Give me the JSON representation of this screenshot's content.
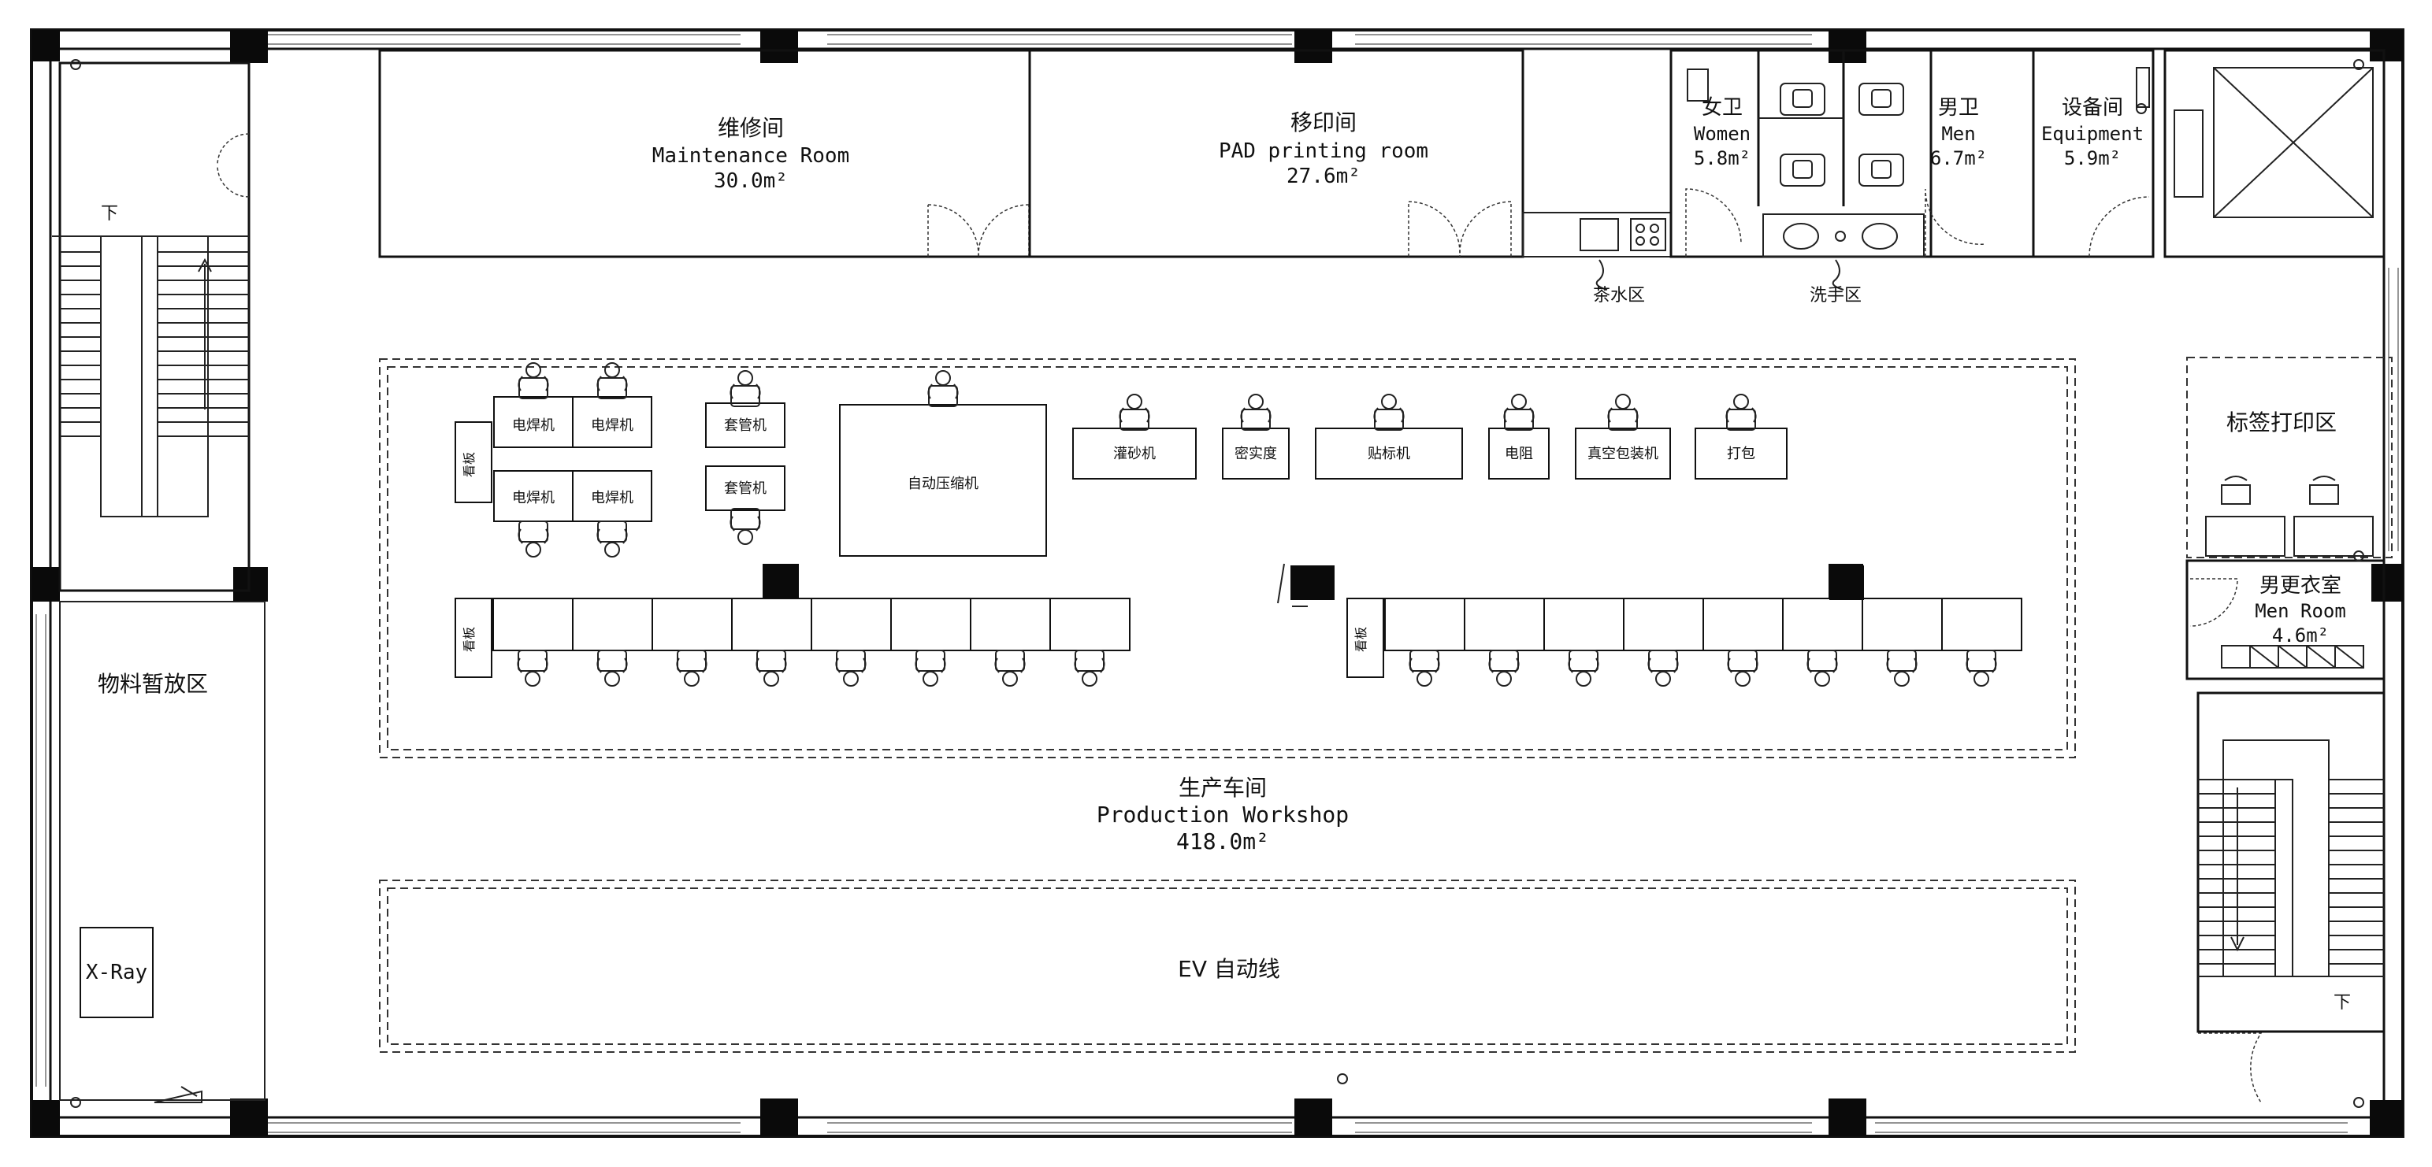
{
  "rooms": {
    "maintenance": {
      "cn": "维修间",
      "en": "Maintenance Room",
      "area": "30.0m²"
    },
    "pad_printing": {
      "cn": "移印间",
      "en": "PAD printing room",
      "area": "27.6m²"
    },
    "women": {
      "cn": "女卫",
      "en": "Women",
      "area": "5.8m²"
    },
    "men": {
      "cn": "男卫",
      "en": "Men",
      "area": "6.7m²"
    },
    "equipment": {
      "cn": "设备间",
      "en": "Equipment",
      "area": "5.9m²"
    },
    "tea_area": {
      "cn": "茶水区"
    },
    "washing_area": {
      "cn": "洗手区"
    },
    "label_printing": {
      "cn": "标签打印区"
    },
    "men_locker": {
      "cn": "男更衣室",
      "en": "Men Room",
      "area": "4.6m²"
    },
    "material_storage": {
      "cn": "物料暂放区"
    },
    "xray": {
      "label": "X-Ray"
    },
    "workshop": {
      "cn": "生产车间",
      "en": "Production Workshop",
      "area": "418.0m²"
    },
    "ev_line": {
      "label": "EV 自动线"
    }
  },
  "stairs": {
    "down_label": "下"
  },
  "stations": {
    "welders": [
      "电焊机",
      "电焊机",
      "电焊机",
      "电焊机"
    ],
    "side_cabinet": "看板",
    "sleeve_machines": [
      "套管机",
      "套管机"
    ],
    "heat_press": "自动压缩机",
    "row_machines": [
      "灌砂机",
      "密实度",
      "贴标机",
      "电阻",
      "真空包装机",
      "打包"
    ],
    "bench_left_label": "看板",
    "bench_right_label": "看板"
  }
}
